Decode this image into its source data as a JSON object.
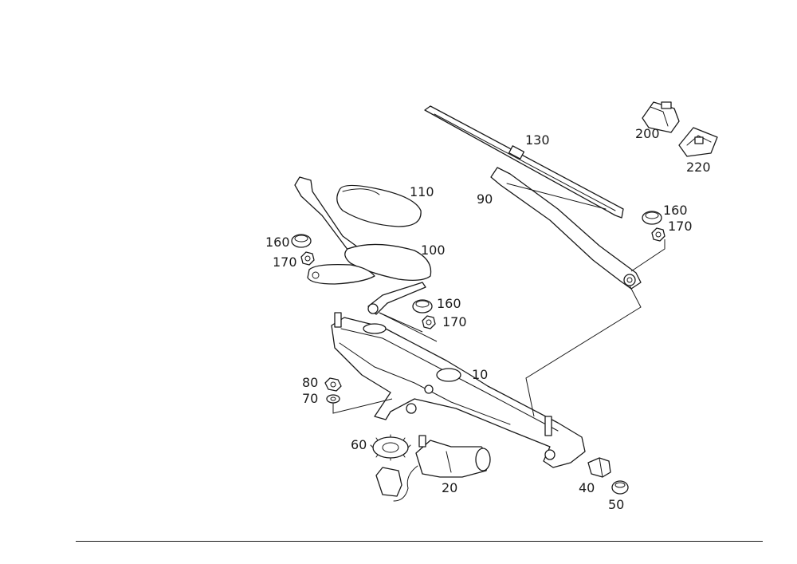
{
  "diagram": {
    "callouts": {
      "p130": "130",
      "p200": "200",
      "p220": "220",
      "p110": "110",
      "p90": "90",
      "p160_left": "160",
      "p170_left": "170",
      "p100": "100",
      "p160_right": "160",
      "p170_right": "170",
      "p160_mid": "160",
      "p170_mid": "170",
      "p10": "10",
      "p80": "80",
      "p70": "70",
      "p60": "60",
      "p20": "20",
      "p40": "40",
      "p50": "50"
    }
  }
}
